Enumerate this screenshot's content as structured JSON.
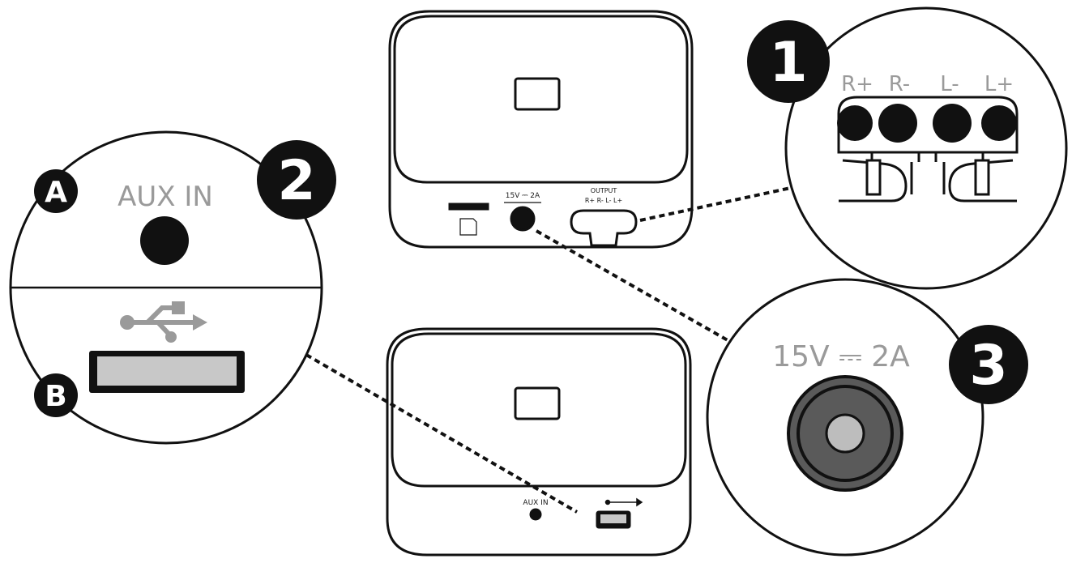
{
  "colors": {
    "line": "#111111",
    "label_gray": "#9a9a9a",
    "port_fill": "#c8c8c8",
    "jack_outer": "#5a5a5a",
    "jack_inner": "#bdbdbd"
  },
  "badges": {
    "one": "1",
    "two": "2",
    "three": "3",
    "a": "A",
    "b": "B"
  },
  "device_top": {
    "power_label": "15V ⎓ 2A",
    "output_label": "OUTPUT",
    "output_terminals": "R+  R-  L-  L+"
  },
  "device_bottom": {
    "aux_label": "AUX IN"
  },
  "callout_aux_usb": {
    "aux_label": "AUX IN",
    "usb_icon": "usb-icon"
  },
  "callout_output": {
    "terminals": [
      "R+",
      "R-",
      "L-",
      "L+"
    ]
  },
  "callout_power": {
    "label": "15V ⎓ 2A"
  }
}
